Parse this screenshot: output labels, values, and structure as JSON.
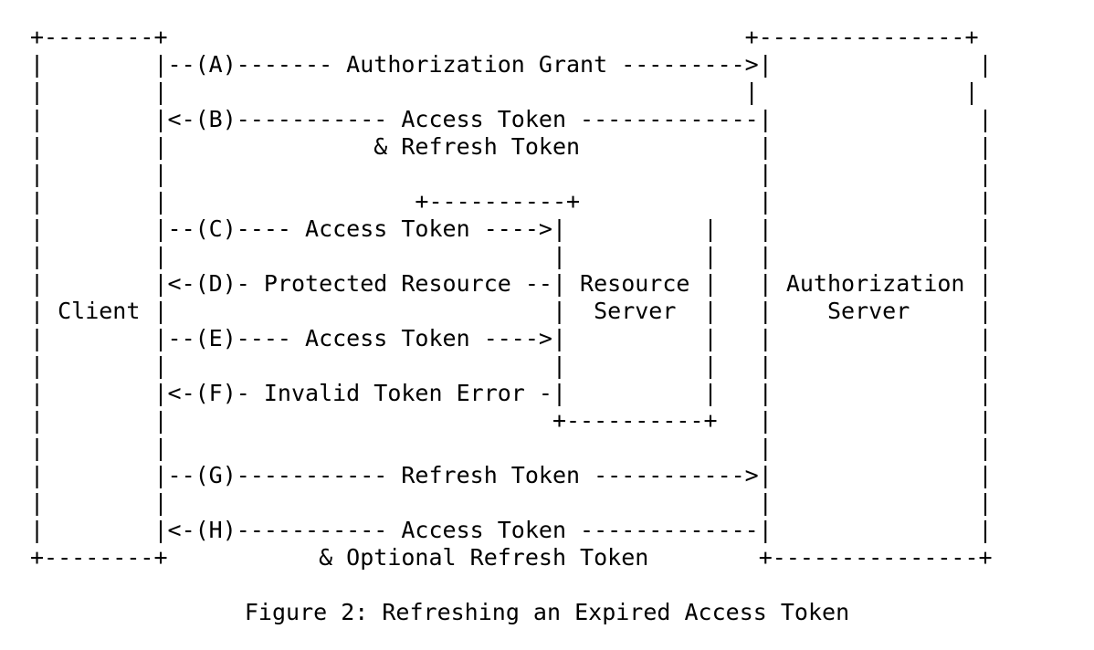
{
  "document": {
    "type": "ascii-art-diagram",
    "title": "Refreshing an Expired Access Token",
    "background_color": "#ffffff",
    "text_color": "#000000"
  },
  "figure": {
    "caption": "Figure 2: Refreshing an Expired Access Token",
    "entities": [
      {
        "name": "Client",
        "label": "Client"
      },
      {
        "name": "Resource Server",
        "label": "Resource\nServer"
      },
      {
        "name": "Authorization Server",
        "label": "Authorization\nServer"
      }
    ],
    "flows": [
      {
        "step": "A",
        "label": "Authorization Grant",
        "direction": "client-to-authorization-server",
        "arrow": "-->"
      },
      {
        "step": "B",
        "label": "Access Token & Refresh Token",
        "direction": "authorization-server-to-client",
        "arrow": "<-"
      },
      {
        "step": "C",
        "label": "Access Token",
        "direction": "client-to-resource-server",
        "arrow": "-->"
      },
      {
        "step": "D",
        "label": "Protected Resource",
        "direction": "resource-server-to-client",
        "arrow": "<-"
      },
      {
        "step": "E",
        "label": "Access Token",
        "direction": "client-to-resource-server",
        "arrow": "-->"
      },
      {
        "step": "F",
        "label": "Invalid Token Error",
        "direction": "resource-server-to-client",
        "arrow": "<-"
      },
      {
        "step": "G",
        "label": "Refresh Token",
        "direction": "client-to-authorization-server",
        "arrow": "-->"
      },
      {
        "step": "H",
        "label": "Access Token & Optional Refresh Token",
        "direction": "authorization-server-to-client",
        "arrow": "<-"
      }
    ],
    "ascii": "+--------+                                          +---------------+\n|        |--(A)------- Authorization Grant --------->|               |\n|        |                                          |               |\n|        |<-(B)----------- Access Token -------------|               |\n|        |               & Refresh Token             |               |\n|        |                                           |               |\n|        |                  +----------+             |               |\n|        |--(C)---- Access Token ---->|          |   |               |\n|        |                            |          |   |               |\n|        |<-(D)- Protected Resource --| Resource |   | Authorization |\n| Client |                            |  Server  |   |    Server     |\n|        |--(E)---- Access Token ---->|          |   |               |\n|        |                            |          |   |               |\n|        |<-(F)- Invalid Token Error -|          |   |               |\n|        |                            +----------+   |               |\n|        |                                           |               |\n|        |--(G)----------- Refresh Token ----------->|               |\n|        |                                           |               |\n|        |<-(H)----------- Access Token -------------|               |\n+--------+           & Optional Refresh Token        +---------------+",
    "lines": [
      "+--------+                                            +-------------+",
      "|        |--(A)------- Authorization Grant --------->|             |",
      "|        |                                          |             |",
      "|        |<-(B)----------- Access Token -------------|             |",
      "|        |          & Refresh Token                 |             |",
      "|        |                                          |             |",
      "|        |                            +----------+  |             |",
      "|        |--(C)---- Access Token ---->|          |  |             |",
      "|        |                            |          |  |             |",
      "|        |<-(D)- Protected Resource --| Resource |  | Authorization|",
      "| Client |                            |  Server  |  |   Server    |",
      "|        |--(E)---- Access Token ---->|          |  |             |",
      "|        |                            |          |  |             |",
      "|        |<-(F)- Invalid Token Error -|          |  |             |",
      "|        |                            +----------+  |             |",
      "|        |                                          |             |",
      "|        |--(G)----------- Refresh Token ----------->|            |",
      "|        |                                          |             |",
      "|        |<-(H)----------- Access Token -------------|            |",
      "+--------+        & Optional Refresh Token          +-------------+"
    ]
  }
}
